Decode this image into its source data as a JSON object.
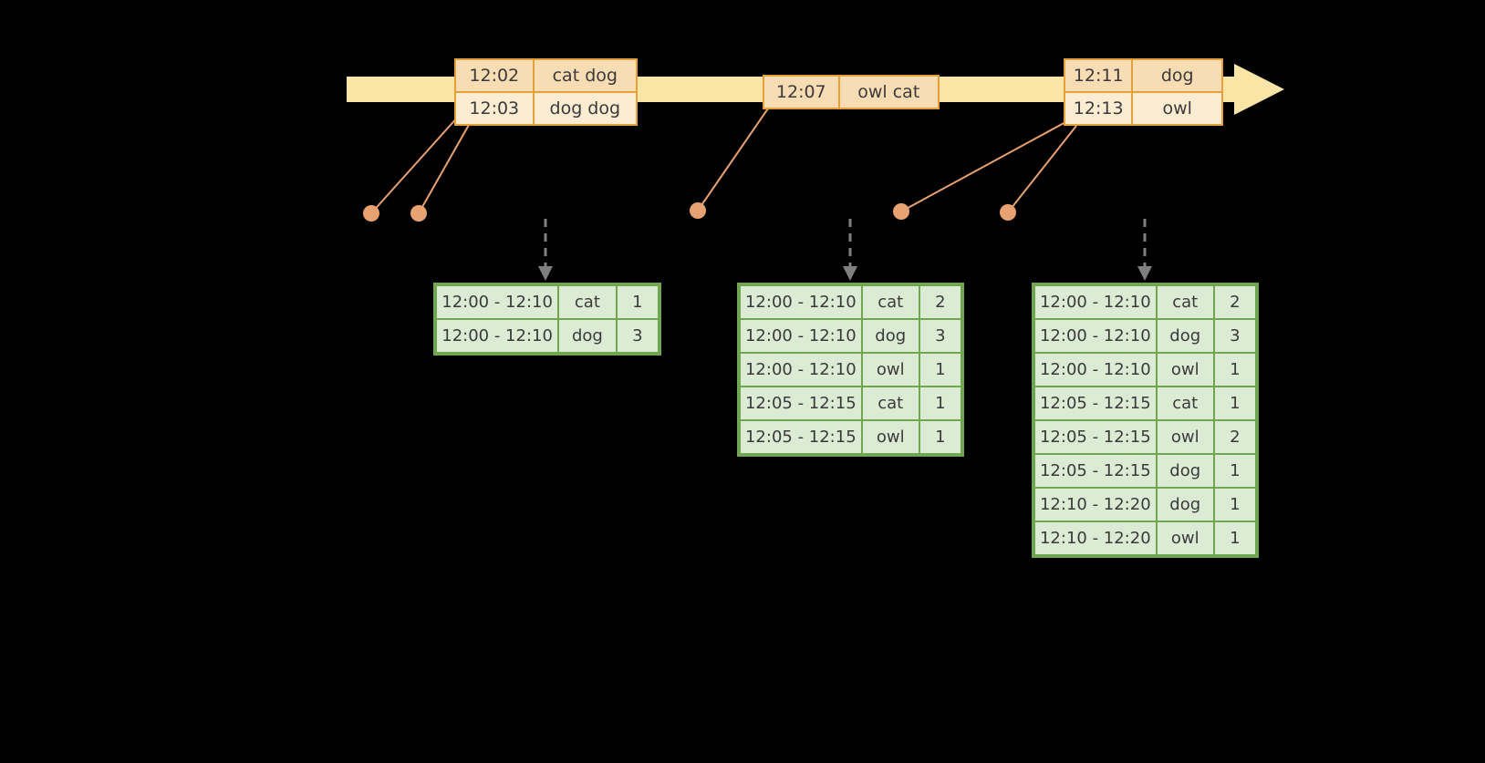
{
  "colors": {
    "background": "#000000",
    "timeline_fill": "#fae4a6",
    "event_border": "#e4a039",
    "event_fill_dark": "#f8dcb4",
    "event_fill_light": "#fcecd2",
    "connector": "#e8a170",
    "dashed_arrow": "#7f7f7f",
    "result_border": "#71a651",
    "result_fill": "#dcebd3",
    "text": "#3a3a3a"
  },
  "event_tables": [
    {
      "rows": [
        {
          "time": "12:02",
          "words": "cat dog"
        },
        {
          "time": "12:03",
          "words": "dog dog"
        }
      ]
    },
    {
      "rows": [
        {
          "time": "12:07",
          "words": "owl cat"
        }
      ]
    },
    {
      "rows": [
        {
          "time": "12:11",
          "words": "dog"
        },
        {
          "time": "12:13",
          "words": "owl"
        }
      ]
    }
  ],
  "result_tables": [
    {
      "rows": [
        {
          "window": "12:00 - 12:10",
          "word": "cat",
          "count": "1"
        },
        {
          "window": "12:00 - 12:10",
          "word": "dog",
          "count": "3"
        }
      ]
    },
    {
      "rows": [
        {
          "window": "12:00 - 12:10",
          "word": "cat",
          "count": "2"
        },
        {
          "window": "12:00 - 12:10",
          "word": "dog",
          "count": "3"
        },
        {
          "window": "12:00 - 12:10",
          "word": "owl",
          "count": "1"
        },
        {
          "window": "12:05 - 12:15",
          "word": "cat",
          "count": "1"
        },
        {
          "window": "12:05 - 12:15",
          "word": "owl",
          "count": "1"
        }
      ]
    },
    {
      "rows": [
        {
          "window": "12:00 - 12:10",
          "word": "cat",
          "count": "2"
        },
        {
          "window": "12:00 - 12:10",
          "word": "dog",
          "count": "3"
        },
        {
          "window": "12:00 - 12:10",
          "word": "owl",
          "count": "1"
        },
        {
          "window": "12:05 - 12:15",
          "word": "cat",
          "count": "1"
        },
        {
          "window": "12:05 - 12:15",
          "word": "owl",
          "count": "2"
        },
        {
          "window": "12:05 - 12:15",
          "word": "dog",
          "count": "1"
        },
        {
          "window": "12:10 - 12:20",
          "word": "dog",
          "count": "1"
        },
        {
          "window": "12:10 - 12:20",
          "word": "owl",
          "count": "1"
        }
      ]
    }
  ]
}
